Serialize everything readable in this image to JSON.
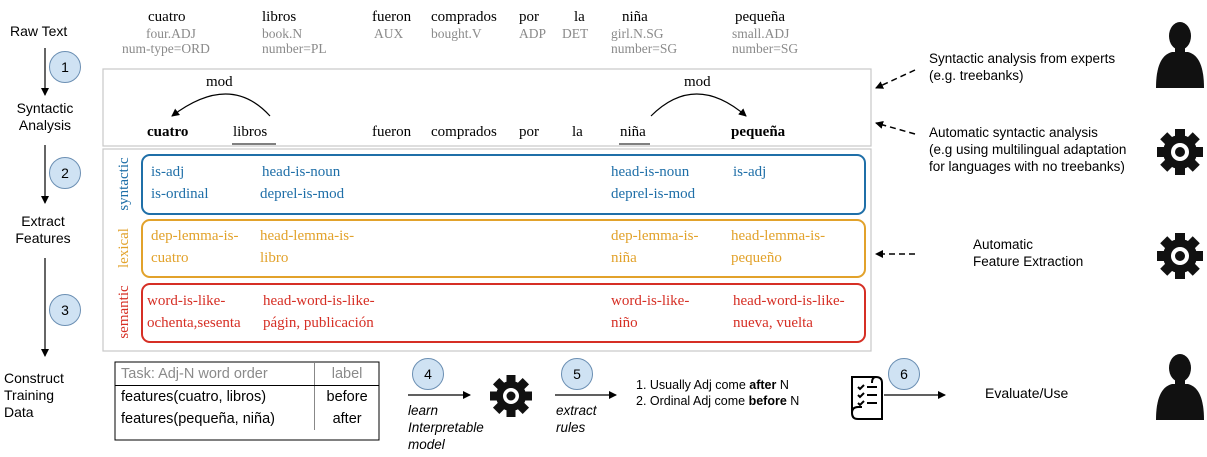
{
  "steps": {
    "raw_text": "Raw Text",
    "syntactic_analysis": "Syntactic Analysis",
    "extract_features": "Extract Features",
    "construct_training_data": "Construct Training Data"
  },
  "circles": [
    "1",
    "2",
    "3",
    "4",
    "5",
    "6"
  ],
  "words": [
    {
      "word": "cuatro",
      "g1": "four.ADJ",
      "g2": "num-type=ORD"
    },
    {
      "word": "libros",
      "g1": "book.N",
      "g2": "number=PL"
    },
    {
      "word": "fueron",
      "g1": "AUX",
      "g2": ""
    },
    {
      "word": "comprados",
      "g1": "bought.V",
      "g2": ""
    },
    {
      "word": "por",
      "g1": "ADP",
      "g2": ""
    },
    {
      "word": "la",
      "g1": "DET",
      "g2": ""
    },
    {
      "word": "niña",
      "g1": "girl.N.SG",
      "g2": "number=SG"
    },
    {
      "word": "pequeña",
      "g1": "small.ADJ",
      "g2": "number=SG"
    }
  ],
  "parse": {
    "arc_label_left": "mod",
    "arc_label_right": "mod",
    "tokens": [
      "cuatro",
      "libros",
      "fueron",
      "comprados",
      "por",
      "la",
      "niña",
      "pequeña"
    ]
  },
  "panels": {
    "syntactic": {
      "label": "syntactic",
      "c1": [
        "is-adj",
        "is-ordinal"
      ],
      "c2": [
        "head-is-noun",
        "deprel-is-mod"
      ],
      "c3": [
        "head-is-noun",
        "deprel-is-mod"
      ],
      "c4": [
        "is-adj"
      ]
    },
    "lexical": {
      "label": "lexical",
      "c1": [
        "dep-lemma-is-",
        "cuatro"
      ],
      "c2": [
        "head-lemma-is-",
        "libro"
      ],
      "c3": [
        "dep-lemma-is-",
        "niña"
      ],
      "c4": [
        "head-lemma-is-",
        "pequeño"
      ]
    },
    "semantic": {
      "label": "semantic",
      "c1": [
        "word-is-like-",
        "ochenta,sesenta"
      ],
      "c2": [
        "head-word-is-like-",
        "págin, publicación"
      ],
      "c3": [
        "word-is-like-",
        "niño"
      ],
      "c4": [
        "head-word-is-like-",
        "nueva, vuelta"
      ]
    }
  },
  "right_notes": {
    "experts": [
      "Syntactic analysis from experts",
      "(e.g. treebanks)"
    ],
    "automatic": [
      "Automatic syntactic analysis",
      "(e.g using multilingual adaptation",
      "for languages with no treebanks)"
    ],
    "feature_extraction": [
      "Automatic",
      "Feature Extraction"
    ]
  },
  "task_table": {
    "header": [
      "Task: Adj-N word order",
      "label"
    ],
    "rows": [
      [
        "features(cuatro, libros)",
        "before"
      ],
      [
        "features(pequeña, niña)",
        "after"
      ]
    ]
  },
  "arrow_labels": {
    "learn": [
      "learn",
      "Interpretable",
      "model"
    ],
    "extract": [
      "extract",
      "rules"
    ]
  },
  "rules": {
    "r1_prefix": "1. Usually Adj come ",
    "r1_bold": "after",
    "r1_suffix": " N",
    "r2_prefix": "2. Ordinal Adj come ",
    "r2_bold": "before",
    "r2_suffix": " N"
  },
  "evaluate": "Evaluate/Use",
  "icons": [
    "gear-icon",
    "person-icon",
    "scroll-checklist-icon"
  ],
  "colors": {
    "syntactic": "#1f6fa8",
    "lexical": "#e2a22b",
    "semantic": "#d62f25",
    "circle_fill": "#cfe2f3"
  }
}
